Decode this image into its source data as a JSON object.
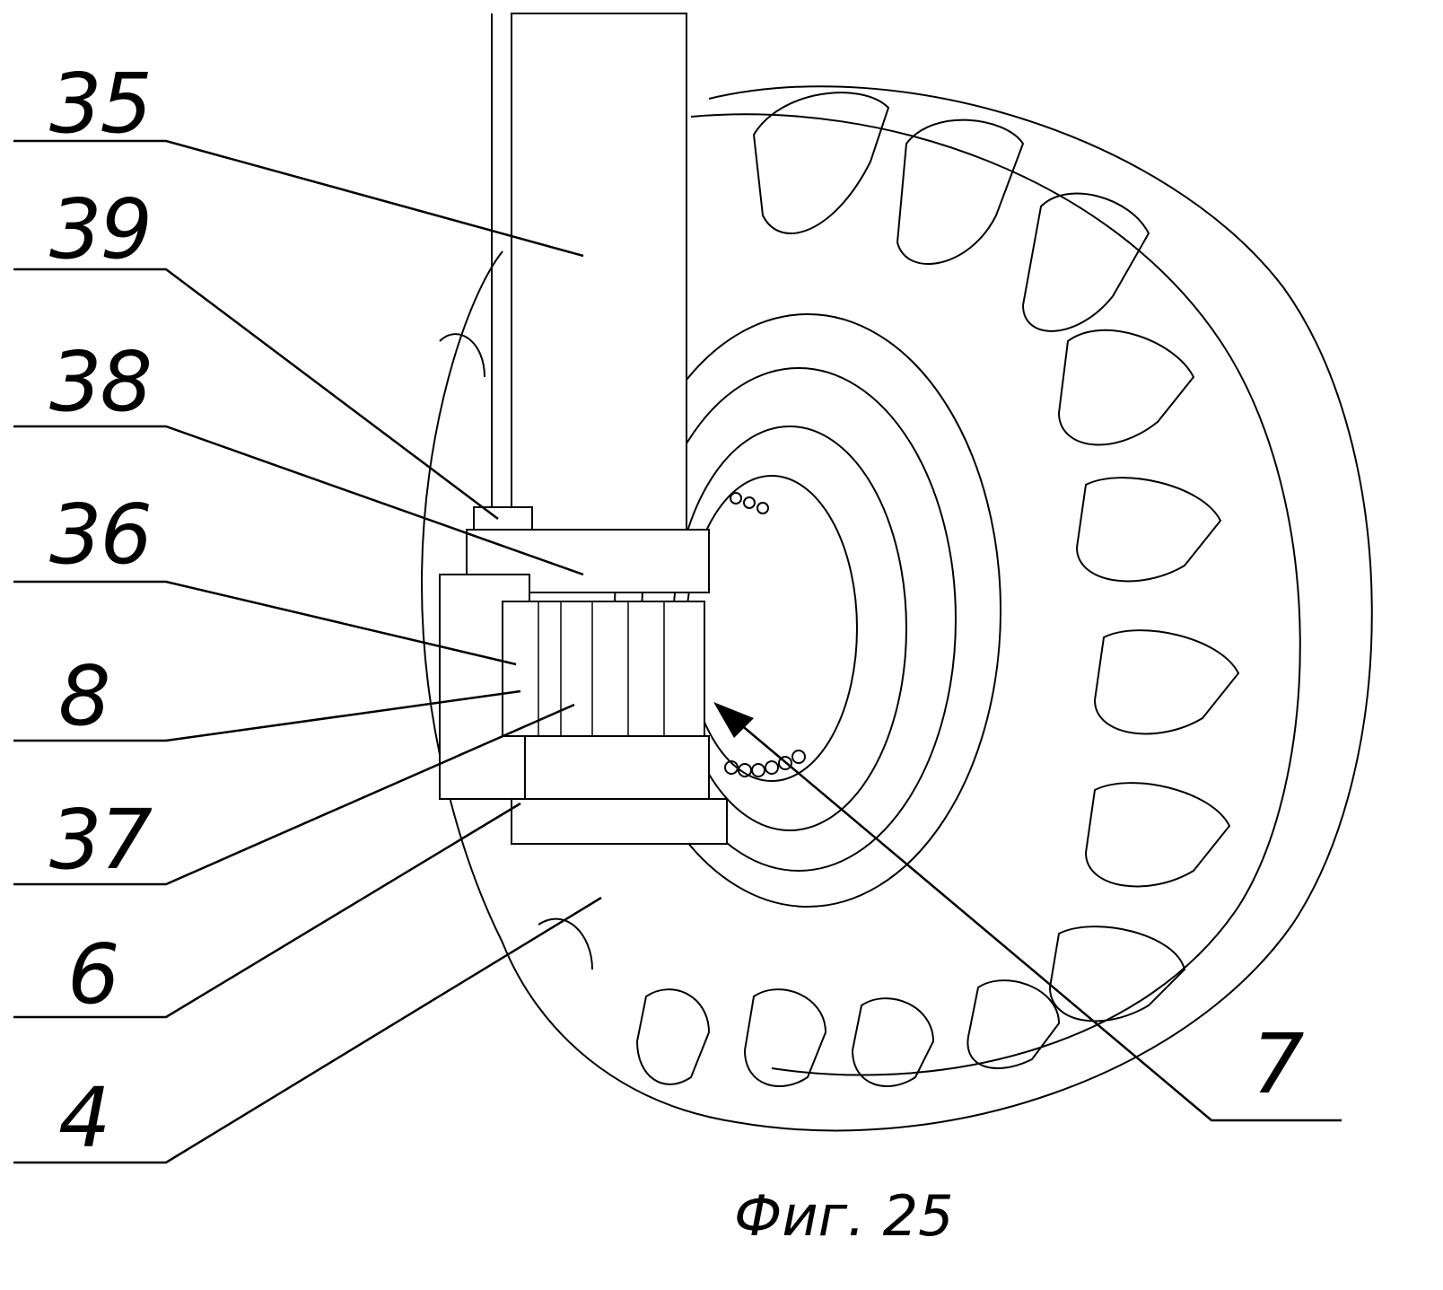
{
  "figure": {
    "caption": "Фиг. 25",
    "labels": {
      "l35": "35",
      "l39": "39",
      "l38": "38",
      "l36": "36",
      "l8": "8",
      "l37": "37",
      "l6": "6",
      "l4": "4",
      "l7": "7"
    },
    "colors": {
      "ink": "#000000",
      "background": "#ffffff"
    }
  }
}
